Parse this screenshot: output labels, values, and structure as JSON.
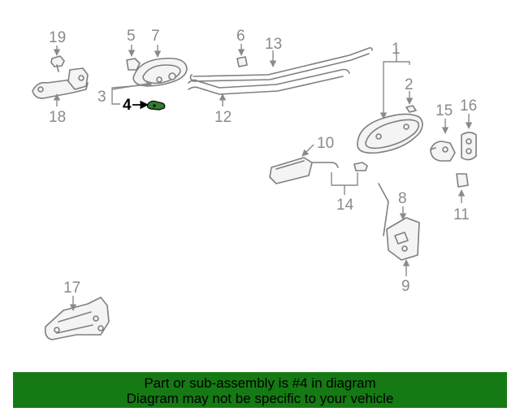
{
  "callouts": {
    "c1": "1",
    "c2": "2",
    "c3": "3",
    "c4": "4",
    "c5": "5",
    "c6": "6",
    "c7": "7",
    "c8": "8",
    "c9": "9",
    "c10": "10",
    "c11": "11",
    "c12": "12",
    "c13": "13",
    "c14": "14",
    "c15": "15",
    "c16": "16",
    "c17": "17",
    "c18": "18",
    "c19": "19"
  },
  "highlighted_part": "4",
  "colors": {
    "highlight": "#2f7f2f",
    "banner": "#157a13",
    "callout": "#8a8a8a"
  },
  "banner": {
    "line1": "Part or sub-assembly is #4 in diagram",
    "line2": "Diagram may not be specific to your vehicle"
  }
}
